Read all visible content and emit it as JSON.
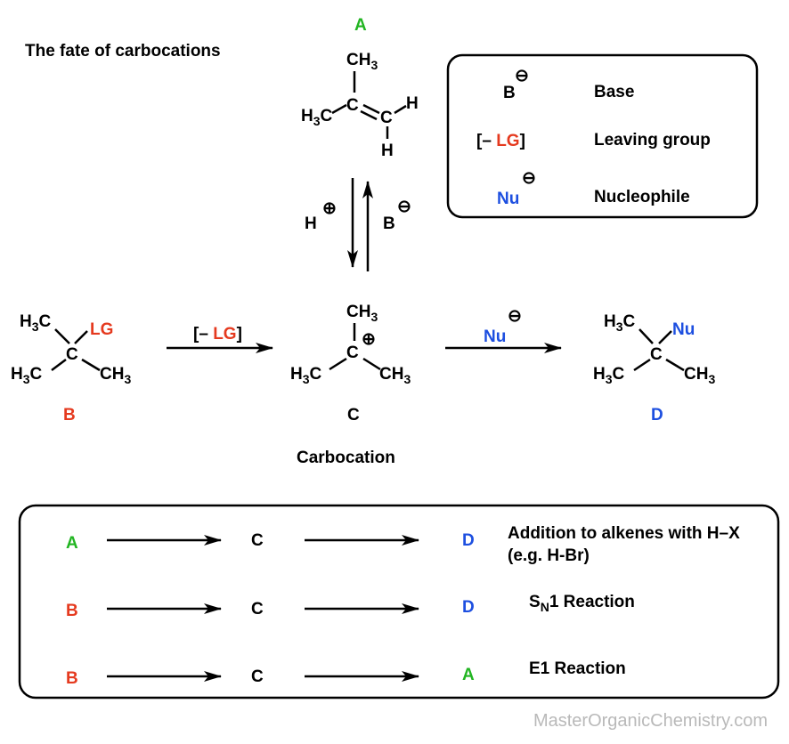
{
  "title": "The fate of carbocations",
  "colors": {
    "A": "#22b522",
    "B": "#e53a1f",
    "D": "#1d4fe0",
    "LG": "#e53a1f",
    "Nu": "#1d4fe0"
  },
  "labels": {
    "A": "A",
    "B": "B",
    "C": "C",
    "D": "D"
  },
  "atoms": {
    "ch3": "CH",
    "h3c": "H",
    "three": "3",
    "c": "C",
    "h": "H",
    "lg": "LG",
    "nu": "Nu"
  },
  "charges": {
    "minus": "⊖",
    "plus": "⊕"
  },
  "carbocation_caption": "Carbocation",
  "reagents": {
    "h_plus": "H",
    "b_minus": "B",
    "lg_prefix": "[– ",
    "lg_suffix": "]",
    "nu": "Nu"
  },
  "legend": {
    "items": [
      {
        "symbol": "B",
        "label": "Base"
      },
      {
        "symbol": "LG",
        "label": "Leaving group"
      },
      {
        "symbol": "Nu",
        "label": "Nucleophile"
      }
    ]
  },
  "summary": {
    "rows": [
      {
        "from": "A",
        "mid": "C",
        "to": "D",
        "name": "Addition to alkenes with H–X",
        "name2": "(e.g. H-Br)"
      },
      {
        "from": "B",
        "mid": "C",
        "to": "D",
        "name_pre": "S",
        "name_sub": "N",
        "name_post": "1 Reaction"
      },
      {
        "from": "B",
        "mid": "C",
        "to": "A",
        "name": "E1 Reaction"
      }
    ]
  },
  "watermark": "MasterOrganicChemistry.com"
}
